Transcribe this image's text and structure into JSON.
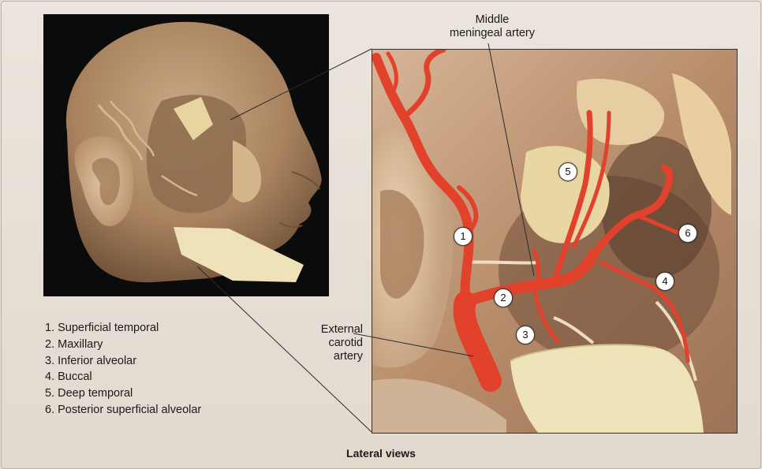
{
  "labels": {
    "middle_meningeal_line1": "Middle",
    "middle_meningeal_line2": "meningeal artery",
    "external_carotid_line1": "External",
    "external_carotid_line2": "carotid",
    "external_carotid_line3": "artery"
  },
  "legend": [
    {
      "text": "1. Superficial temporal"
    },
    {
      "text": "2. Maxillary"
    },
    {
      "text": "3. Inferior alveolar"
    },
    {
      "text": "4. Buccal"
    },
    {
      "text": "5. Deep temporal"
    },
    {
      "text": "6. Posterior superficial alveolar"
    }
  ],
  "markers": [
    "1",
    "2",
    "3",
    "4",
    "5",
    "6"
  ],
  "caption": "Lateral views",
  "colors": {
    "artery": "#e2412b",
    "background": "#e7dfd6",
    "tissue": "#caa98c",
    "bone": "#efe2b8"
  }
}
